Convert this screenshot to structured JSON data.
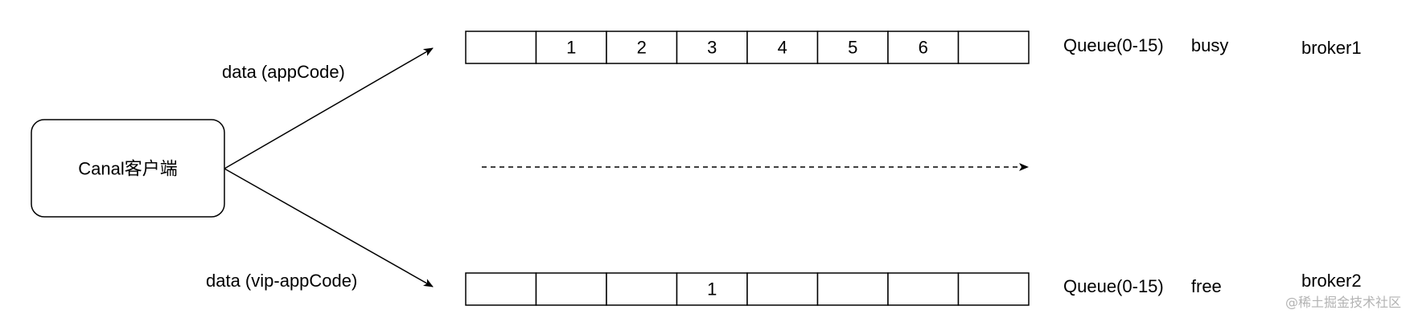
{
  "client": {
    "label": "Canal客户端"
  },
  "edges": {
    "top_label": "data (appCode)",
    "bottom_label": "data (vip-appCode)"
  },
  "queues": [
    {
      "cells": [
        "",
        "1",
        "2",
        "3",
        "4",
        "5",
        "6",
        ""
      ],
      "status_queue": "Queue(0-15)",
      "status_state": "busy",
      "status_color": "#c0392b",
      "broker": "broker1"
    },
    {
      "cells": [
        "",
        "",
        "",
        "1",
        "",
        "",
        "",
        ""
      ],
      "status_queue": "Queue(0-15)",
      "status_state": "free",
      "status_color": "#9ccc7f",
      "broker": "broker2"
    }
  ],
  "watermark": "@稀土掘金技术社区"
}
